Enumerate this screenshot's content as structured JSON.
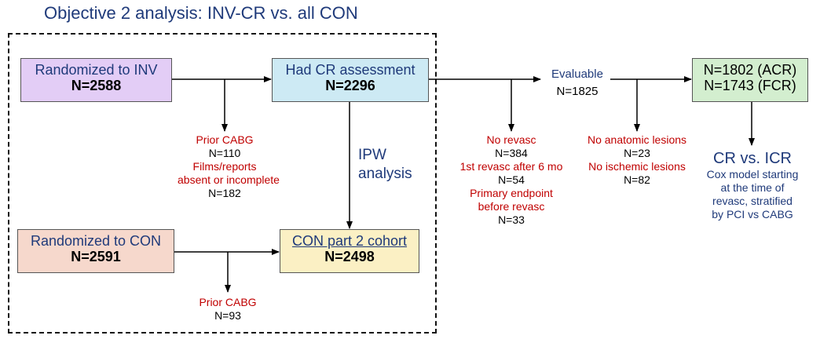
{
  "title": "Objective 2 analysis: INV-CR vs. all CON",
  "boxes": {
    "inv": {
      "label": "Randomized to INV",
      "n": "N=2588"
    },
    "cr_assessment": {
      "label": "Had CR assessment",
      "n": "N=2296"
    },
    "con": {
      "label": "Randomized to CON",
      "n": "N=2591"
    },
    "con_part2": {
      "label": "CON part 2 cohort",
      "n": "N=2498"
    },
    "evaluable_counts": {
      "acr": "N=1802 (ACR)",
      "fcr": "N=1743 (FCR)"
    }
  },
  "exclusions": {
    "inv": {
      "prior_cabg": "Prior CABG",
      "prior_cabg_n": "N=110",
      "films_line1": "Films/reports",
      "films_line2": "absent or incomplete",
      "films_n": "N=182"
    },
    "con": {
      "prior_cabg": "Prior CABG",
      "prior_cabg_n": "N=93"
    },
    "revasc": {
      "no_revasc": "No revasc",
      "no_revasc_n": "N=384",
      "late_revasc": "1st revasc after 6 mo",
      "late_revasc_n": "N=54",
      "primary_line1": "Primary endpoint",
      "primary_line2": "before revasc",
      "primary_n": "N=33"
    },
    "lesions": {
      "no_anatomic": "No anatomic lesions",
      "no_anatomic_n": "N=23",
      "no_ischemic": "No ischemic lesions",
      "no_ischemic_n": "N=82"
    }
  },
  "evaluable": {
    "label": "Evaluable",
    "n": "N=1825"
  },
  "ipw": {
    "line1": "IPW",
    "line2": "analysis"
  },
  "outcome": {
    "title": "CR vs. ICR",
    "lines": [
      "Cox model starting",
      "at the time of",
      "revasc, stratified",
      "by PCI vs CABG"
    ]
  },
  "colors": {
    "title_navy": "#1f3a7a",
    "exclusion_red": "#c00000",
    "inv_fill": "#e3cdf6",
    "cr_fill": "#cdeaf4",
    "con_fill": "#f6d8cc",
    "part2_fill": "#fbf0c4",
    "evaluable_fill": "#d3eecf"
  }
}
